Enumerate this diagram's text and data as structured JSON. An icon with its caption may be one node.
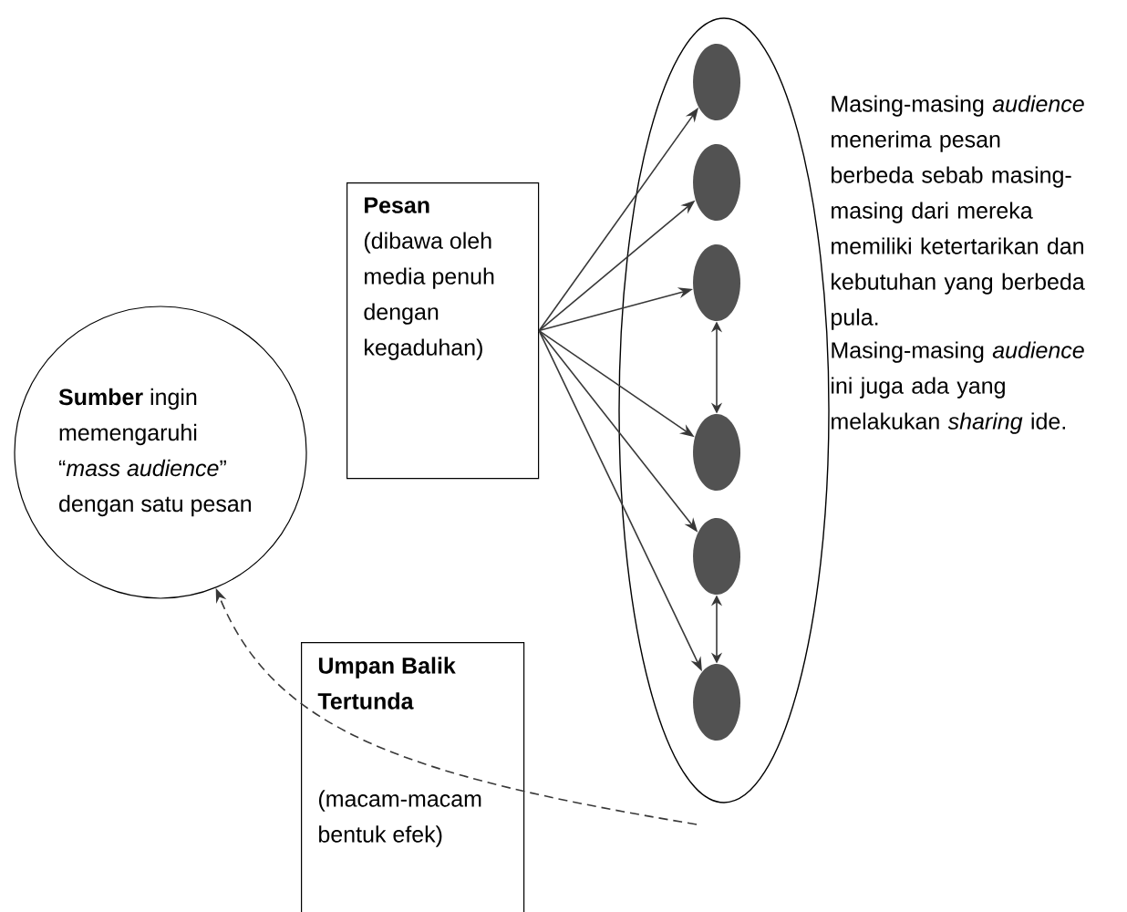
{
  "diagram": {
    "nodes": [
      {
        "text": [
          "**Sumber** ingin memengaruhi “*mass audience*” dengan satu pesan"
        ]
      },
      {
        "text": [
          "Pesan",
          "(dibawa oleh media penuh dengan kegaduhan)"
        ]
      },
      {
        "text": [],
        "shape": "ellipse"
      },
      {
        "text": [],
        "shape": "ellipse",
        "in": 2
      },
      {
        "text": [],
        "shape": "ellipse",
        "in": 2
      },
      {
        "text": [],
        "shape": "ellipse",
        "in": 2
      },
      {
        "text": [],
        "shape": "ellipse",
        "in": 2
      },
      {
        "text": [],
        "shape": "ellipse",
        "in": 2
      },
      {
        "text": [],
        "shape": "ellipse",
        "in": 2
      },
      {
        "text": [
          "Umpan Balik Tertunda",
          "(macam-macam bentuk efek)"
        ]
      }
    ],
    "edges": [
      {
        "from": 1,
        "to": 3,
        "arrow": "to"
      },
      {
        "from": 1,
        "to": 4,
        "arrow": "to"
      },
      {
        "from": 1,
        "to": 5,
        "arrow": "to"
      },
      {
        "from": 1,
        "to": 6,
        "arrow": "to"
      },
      {
        "from": 1,
        "to": 7,
        "arrow": "to"
      },
      {
        "from": 1,
        "to": 8,
        "arrow": "to"
      },
      {
        "from": 5,
        "to": 6,
        "arrow": "both"
      },
      {
        "from": 7,
        "to": 8,
        "arrow": "both"
      },
      {
        "from": null,
        "to": 0,
        "arrow": "to",
        "style": "dashed"
      }
    ],
    "labels": [
      "Masing-masing *audience* menerima pesan berbeda sebab masing-masing dari mereka memiliki ketertarikan dan kebutuhan yang berbeda pula.",
      "Masing-masing *audience* ini juga ada yang melakukan *sharing* ide."
    ]
  }
}
